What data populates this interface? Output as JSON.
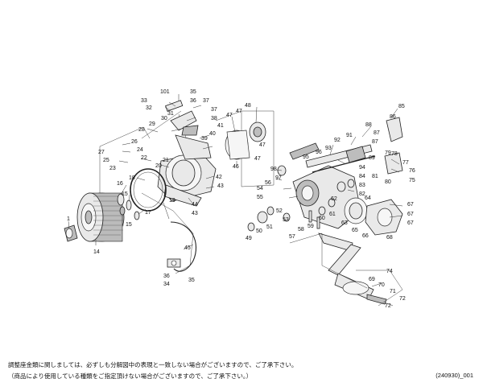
{
  "notes": {
    "line1": "調整座金類に関しましては、必ずしも分解図中の表現と一致しない場合がございますので、ご了承下さい。",
    "line2": "（商品により使用している種類をご指定頂けない場合がございますので、ご了承下さい。）",
    "doc_code": "(240930)_001"
  },
  "callouts": [
    {
      "num": "101"
    },
    {
      "num": "35"
    },
    {
      "num": "33"
    },
    {
      "num": "36"
    },
    {
      "num": "37"
    },
    {
      "num": "32"
    },
    {
      "num": "37"
    },
    {
      "num": "31"
    },
    {
      "num": "38"
    },
    {
      "num": "30"
    },
    {
      "num": "29"
    },
    {
      "num": "28"
    },
    {
      "num": "27"
    },
    {
      "num": "26"
    },
    {
      "num": "24"
    },
    {
      "num": "25"
    },
    {
      "num": "23"
    },
    {
      "num": "22"
    },
    {
      "num": "21"
    },
    {
      "num": "20"
    },
    {
      "num": "39"
    },
    {
      "num": "40"
    },
    {
      "num": "41"
    },
    {
      "num": "47"
    },
    {
      "num": "48"
    },
    {
      "num": "47"
    },
    {
      "num": "47"
    },
    {
      "num": "46"
    },
    {
      "num": "47"
    },
    {
      "num": "42"
    },
    {
      "num": "43"
    },
    {
      "num": "44"
    },
    {
      "num": "43"
    },
    {
      "num": "18"
    },
    {
      "num": "16"
    },
    {
      "num": "19"
    },
    {
      "num": "17"
    },
    {
      "num": "15"
    },
    {
      "num": "15"
    },
    {
      "num": "1"
    },
    {
      "num": "14"
    },
    {
      "num": "45"
    },
    {
      "num": "36"
    },
    {
      "num": "34"
    },
    {
      "num": "35"
    },
    {
      "num": "86"
    },
    {
      "num": "85"
    },
    {
      "num": "88"
    },
    {
      "num": "87"
    },
    {
      "num": "91"
    },
    {
      "num": "92"
    },
    {
      "num": "93"
    },
    {
      "num": "96"
    },
    {
      "num": "95"
    },
    {
      "num": "87"
    },
    {
      "num": "89"
    },
    {
      "num": "79"
    },
    {
      "num": "78"
    },
    {
      "num": "77"
    },
    {
      "num": "76"
    },
    {
      "num": "75"
    },
    {
      "num": "81"
    },
    {
      "num": "80"
    },
    {
      "num": "98"
    },
    {
      "num": "94"
    },
    {
      "num": "84"
    },
    {
      "num": "83"
    },
    {
      "num": "82"
    },
    {
      "num": "97"
    },
    {
      "num": "56"
    },
    {
      "num": "54"
    },
    {
      "num": "55"
    },
    {
      "num": "52"
    },
    {
      "num": "53"
    },
    {
      "num": "51"
    },
    {
      "num": "50"
    },
    {
      "num": "49"
    },
    {
      "num": "57"
    },
    {
      "num": "58"
    },
    {
      "num": "59"
    },
    {
      "num": "60"
    },
    {
      "num": "61"
    },
    {
      "num": "62"
    },
    {
      "num": "63"
    },
    {
      "num": "64"
    },
    {
      "num": "65"
    },
    {
      "num": "66"
    },
    {
      "num": "67"
    },
    {
      "num": "67"
    },
    {
      "num": "67"
    },
    {
      "num": "68"
    },
    {
      "num": "74"
    },
    {
      "num": "69"
    },
    {
      "num": "70"
    },
    {
      "num": "71"
    },
    {
      "num": "72"
    },
    {
      "num": "72"
    }
  ]
}
